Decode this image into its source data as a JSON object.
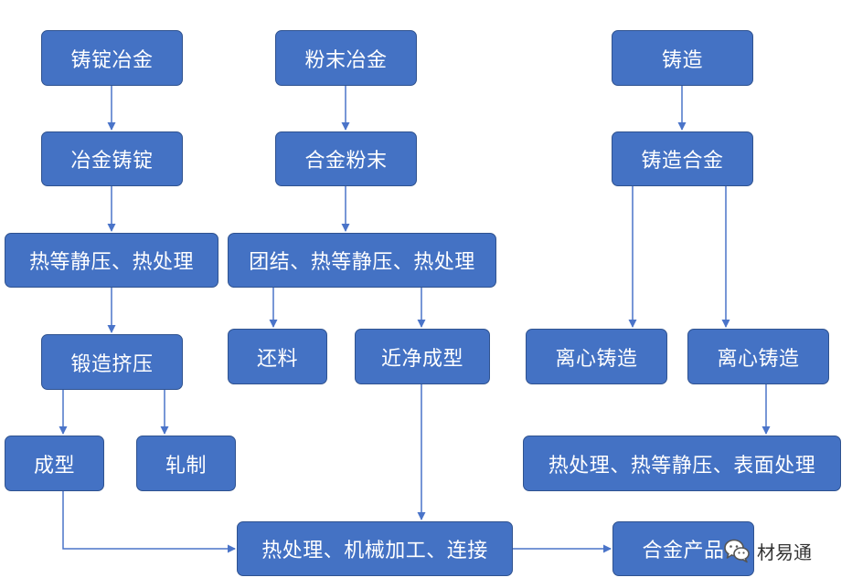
{
  "boxes": {
    "b1": "铸锭冶金",
    "b2": "冶金铸锭",
    "b3": "热等静压、热处理",
    "b4": "锻造挤压",
    "b5": "成型",
    "b6": "轧制",
    "p1": "粉末冶金",
    "p2": "合金粉末",
    "p3": "团结、热等静压、热处理",
    "p4": "还料",
    "p5": "近净成型",
    "c1": "铸造",
    "c2": "铸造合金",
    "c3": "离心铸造",
    "c4": "离心铸造",
    "c5": "热处理、热等静压、表面处理",
    "m1": "热处理、机械加工、连接",
    "m2": "合金产品"
  },
  "watermark": {
    "text": "材易通",
    "icon": "wechat-icon"
  },
  "colors": {
    "box_fill": "#4472c4",
    "box_border": "#2f528f",
    "connector": "#4a74c9"
  }
}
